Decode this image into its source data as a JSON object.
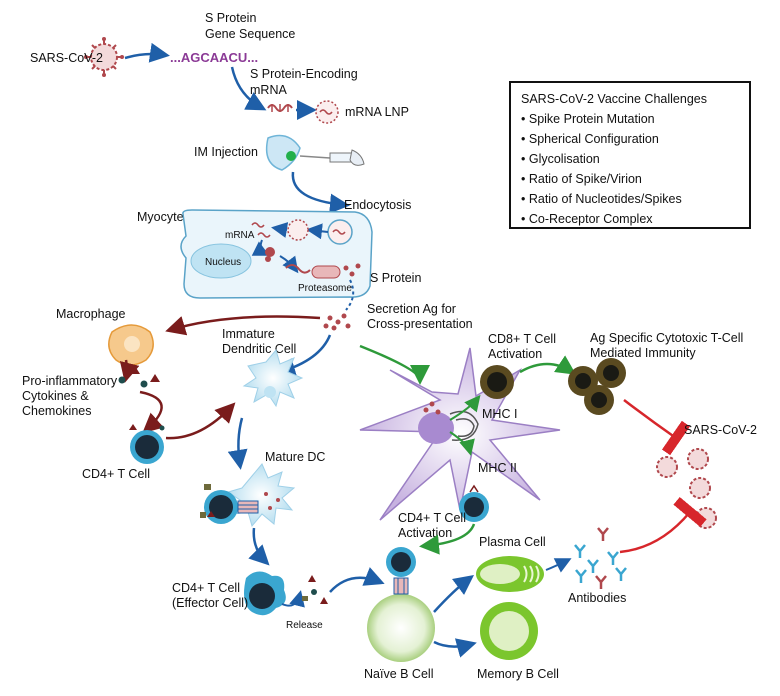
{
  "labels": {
    "sars_cov_2_top": "SARS-CoV-2",
    "s_protein_gene_line1": "S Protein",
    "s_protein_gene_line2": "Gene Sequence",
    "gene_sequence": "...AGCAACU...",
    "s_mrna_line1": "S Protein-Encoding",
    "s_mrna_line2": "mRNA",
    "mrna_lnp": "mRNA LNP",
    "im_injection": "IM Injection",
    "endocytosis": "Endocytosis",
    "myocyte": "Myocyte",
    "mrna": "mRNA",
    "nucleus": "Nucleus",
    "proteasome": "Proteasome",
    "s_protein": "S Protein",
    "secretion_line1": "Secretion Ag for",
    "secretion_line2": "Cross-presentation",
    "macrophage": "Macrophage",
    "immature_dc_line1": "Immature",
    "immature_dc_line2": "Dendritic Cell",
    "proinflam_line1": "Pro-inflammatory",
    "proinflam_line2": "Cytokines &",
    "proinflam_line3": "Chemokines",
    "cd4_t_cell": "CD4+ T Cell",
    "mature_dc": "Mature DC",
    "cd4_effector_line1": "CD4+ T Cell",
    "cd4_effector_line2": "(Effector Cell)",
    "release": "Release",
    "cd8_line1": "CD8+ T Cell",
    "cd8_line2": "Activation",
    "ag_specific_line1": "Ag Specific Cytotoxic T-Cell",
    "ag_specific_line2": "Mediated Immunity",
    "mhc_i": "MHC I",
    "mhc_ii": "MHC II",
    "sars_cov_2_right": "SARS-CoV-2",
    "cd4_activation_line1": "CD4+ T Cell",
    "cd4_activation_line2": "Activation",
    "plasma_cell": "Plasma Cell",
    "antibodies": "Antibodies",
    "naive_b_cell": "Naïve B Cell",
    "memory_b_cell": "Memory B Cell"
  },
  "challenges_box": {
    "title": "SARS-CoV-2 Vaccine Challenges",
    "items": [
      "Spike Protein Mutation",
      "Spherical Configuration",
      "Glycolisation",
      "Ratio of Spike/Virion",
      "Ratio of Nucleotides/Spikes",
      "Co-Receptor Complex"
    ]
  },
  "colors": {
    "blue_arrow": "#1f5fa8",
    "red_arrow": "#7a1c1c",
    "green_arrow": "#2e9a3a",
    "inhibit_red": "#d7262b",
    "virus": "#b0484d",
    "cell_dark": "#1a2b3a",
    "cell_ring": "#3aa6d0",
    "dc_purple": "#b79fd3",
    "plasma_green": "#7bc62d"
  }
}
